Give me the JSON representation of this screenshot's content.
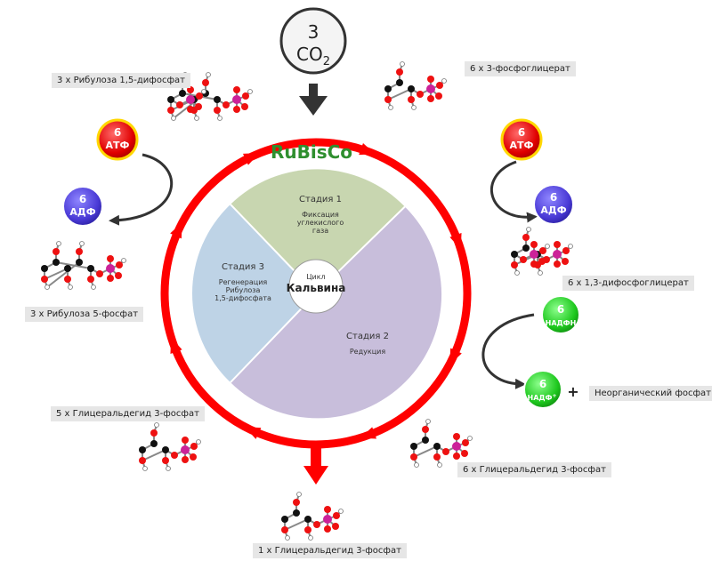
{
  "co2": {
    "count": "3",
    "formula": "CO",
    "subscript": "2"
  },
  "enzyme": "RuBisCo",
  "center": {
    "small": "Цикл",
    "big": "Кальвина"
  },
  "stages": [
    {
      "title": "Стадия 1",
      "desc": [
        "Фиксация",
        "углекислого",
        "газа"
      ]
    },
    {
      "title": "Стадия 2",
      "desc": [
        "Редукция"
      ]
    },
    {
      "title": "Стадия 3",
      "desc": [
        "Регенерация",
        "Рибулоза",
        "1,5-дифосфата"
      ]
    }
  ],
  "labels": {
    "rubp": "3 x Рибулоза 1,5-дифосфат",
    "pga": "6 x 3-фосфоглицерат",
    "bpg": "6 x 1,3-дифосфоглицерат",
    "g3p6": "6 x Глицеральдегид 3-фосфат",
    "g3p1": "1 x Глицеральдегид 3-фосфат",
    "g3p5": "5 x Глицеральдегид 3-фосфат",
    "ru5p": "3 x Рибулоза 5-фосфат",
    "pi": "Неорганический фосфат",
    "plus": "+"
  },
  "cofactors": {
    "atp_left": {
      "n": "6",
      "name": "АТФ"
    },
    "adp_left": {
      "n": "6",
      "name": "АДФ"
    },
    "atp_right": {
      "n": "6",
      "name": "АТФ"
    },
    "adp_right": {
      "n": "6",
      "name": "АДФ"
    },
    "nadph": {
      "n": "6",
      "name": "НАДФН"
    },
    "nadp": {
      "n": "6",
      "name": "НАДФ",
      "sup": "+"
    }
  },
  "colors": {
    "cycle_red": "#ff0000",
    "stage1": "#c8d6b0",
    "stage2": "#c8bedb",
    "stage3": "#bed3e6",
    "enzyme_green": "#2f8f2f",
    "atp": "#e00000",
    "adp": "#4a3ad6",
    "nadph": "#1ec81e",
    "carbon": "#111111",
    "oxygen": "#ee1111",
    "phosphorus": "#cc2299"
  }
}
